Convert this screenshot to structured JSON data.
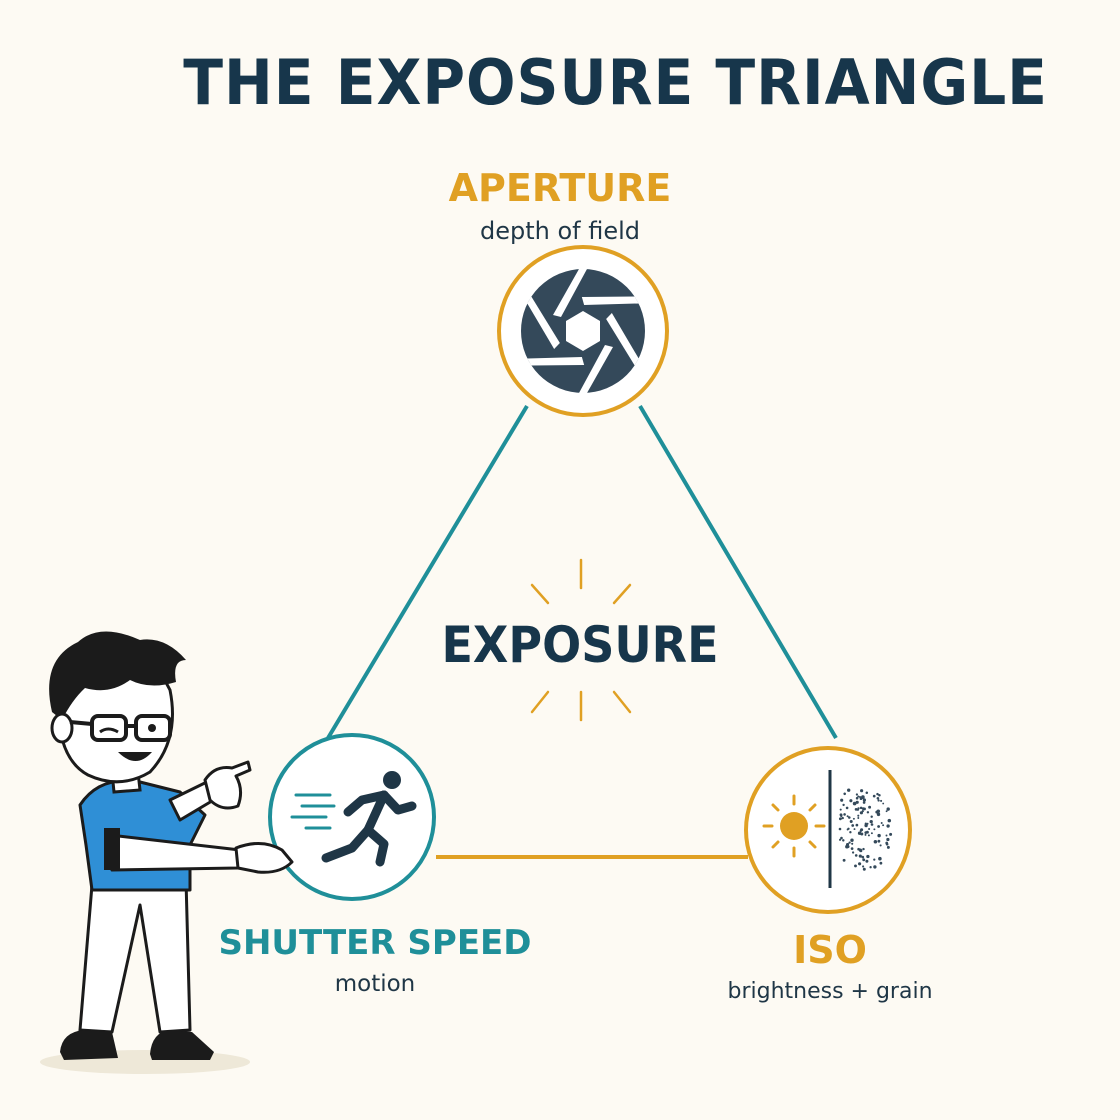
{
  "title": "THE EXPOSURE TRIANGLE",
  "center": {
    "label": "EXPOSURE",
    "icon": "sun-rays-icon"
  },
  "nodes": {
    "aperture": {
      "label": "APERTURE",
      "description": "depth of field",
      "icon": "aperture-icon",
      "color": "#e0a023"
    },
    "shutter_speed": {
      "label": "SHUTTER SPEED",
      "description": "motion",
      "icon": "running-person-icon",
      "color": "#1f8f99"
    },
    "iso": {
      "label": "ISO",
      "description": "brightness + grain",
      "icon": "sun-grain-icon",
      "color": "#e0a023"
    }
  },
  "colors": {
    "background": "#fdfaf3",
    "title": "#17364b",
    "teal_edge": "#1f8f99",
    "gold_edge": "#e0a023",
    "dark_icon": "#34495a"
  },
  "illustration": {
    "icon": "pointing-man-illustration"
  }
}
